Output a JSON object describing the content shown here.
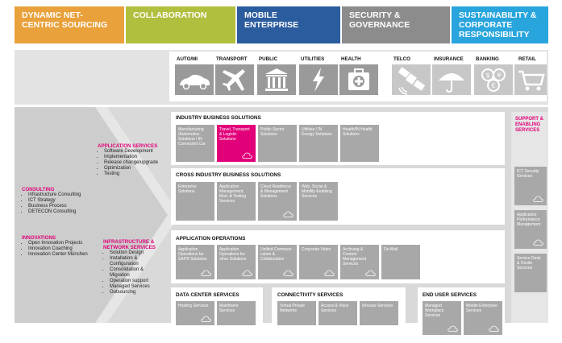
{
  "top_categories": [
    {
      "label": "DYNAMIC NET-CENTRIC SOURCING",
      "color": "#e9a13b"
    },
    {
      "label": "COLLABORATION",
      "color": "#b1bf3f"
    },
    {
      "label": "MOBILE ENTERPRISE",
      "color": "#2b5c9e"
    },
    {
      "label": "SECURITY & GOVERNANCE",
      "color": "#8c8c8c"
    },
    {
      "label": "SUSTAINABILITY & CORPORATE RESPONSIBILITY",
      "color": "#28a5dd"
    }
  ],
  "industries": [
    "AUTO/MI",
    "TRANSPORT",
    "PUBLIC",
    "UTILITIES",
    "HEALTH",
    "TELCO",
    "INSURANCE",
    "BANKING",
    "RETAIL"
  ],
  "left": {
    "consulting": {
      "title": "CONSULTING",
      "items": [
        "Infrastructure Consulting",
        "ICT Strategy",
        "Business Process",
        "DETECON Consulting"
      ]
    },
    "innovations": {
      "title": "INNOVATIONS",
      "items": [
        "Open Innovation Projects",
        "Innovation Coaching",
        "Innovation Center München"
      ]
    },
    "application_services": {
      "title": "APPLICATION SERVICES",
      "items": [
        "Software Development",
        "Implementation",
        "Release change/upgrade",
        "Optimization",
        "Testing"
      ]
    },
    "infrastructure": {
      "title": "INFRASTRUCTURE & NETWORK SERVICES",
      "items": [
        "Solution Design",
        "Installation & Configuration",
        "Consolidation & Migration",
        "Operation support",
        "Managed Services",
        "Outsourcing"
      ]
    }
  },
  "industry_solutions": {
    "title": "INDUSTRY BUSINESS SOLUTIONS",
    "tiles": [
      "Manufacturing /Automotive Solutions / IN Connected Car",
      "Travel, Transport & Logistic Solutions",
      "Public Sector Solutions",
      "Utilities / IN Energy Solutions",
      "Health/IN Health Solutions"
    ]
  },
  "cross_industry": {
    "title": "CROSS INDUSTRY BUSINESS SOLUTIONS",
    "tiles": [
      "Enterprise Solutions",
      "Application Management, Mod. & Testing Services",
      "Cloud Readiness & Management Solutions",
      "Web, Social & Mobility Enabling Services"
    ]
  },
  "application_operations": {
    "title": "APPLICATION OPERATIONS",
    "tiles": [
      "Application Operations for SAP® Solutions",
      "Application Operations for other Solutions",
      "Unified Communi-cation & Collaboration",
      "Corporate Video",
      "Archiving & Content Management Services",
      "De-Mail"
    ]
  },
  "data_center": {
    "title": "DATA CENTER SERVICES",
    "tiles": [
      "Hosting Services",
      "Mainframe Services"
    ]
  },
  "connectivity": {
    "title": "CONNECTIVITY SERVICES",
    "tiles": [
      "Virtual Private Networks",
      "Access & Voice Services",
      "Inhouse Services"
    ]
  },
  "end_user": {
    "title": "END USER SERVICES",
    "tiles": [
      "Managed Workplace Services",
      "Mobile Enterprise Services"
    ]
  },
  "support": {
    "title": "SUPPORT & ENABLING SERVICES",
    "tiles": [
      "ICT Security Services",
      "Application Performance Management",
      "Service Desk & Onsite Services"
    ]
  },
  "colors": {
    "magenta": "#e2007a",
    "tile_gray": "#a8a8a8",
    "panel_bg": "#d9d9d9"
  }
}
